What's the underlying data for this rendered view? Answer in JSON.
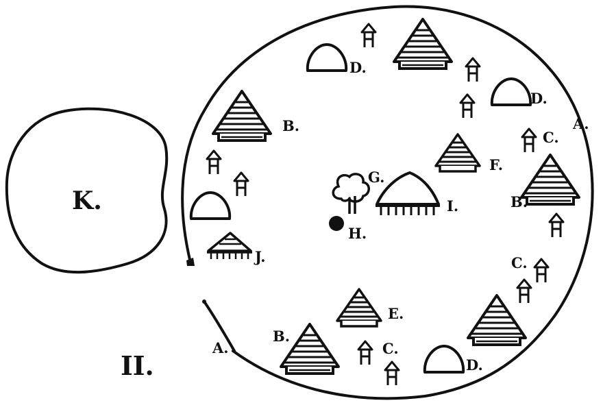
{
  "figure_label": "II.",
  "enclosure_label": "A.",
  "cattle_pen_label": "K.",
  "labels": {
    "A_top": "A.",
    "A_bottom": "A.",
    "B_left": "B.",
    "B_right": "B.",
    "B_bottom": "B.",
    "C_right_top": "C.",
    "C_right_mid": "C.",
    "C_bottom": "C.",
    "D_top": "D.",
    "D_right": "D.",
    "D_bottom": "D.",
    "E": "E.",
    "F": "F.",
    "G": "G.",
    "H": "H.",
    "I": "I.",
    "J": "J."
  },
  "colors": {
    "ink": "#111111",
    "paper": "#ffffff"
  }
}
